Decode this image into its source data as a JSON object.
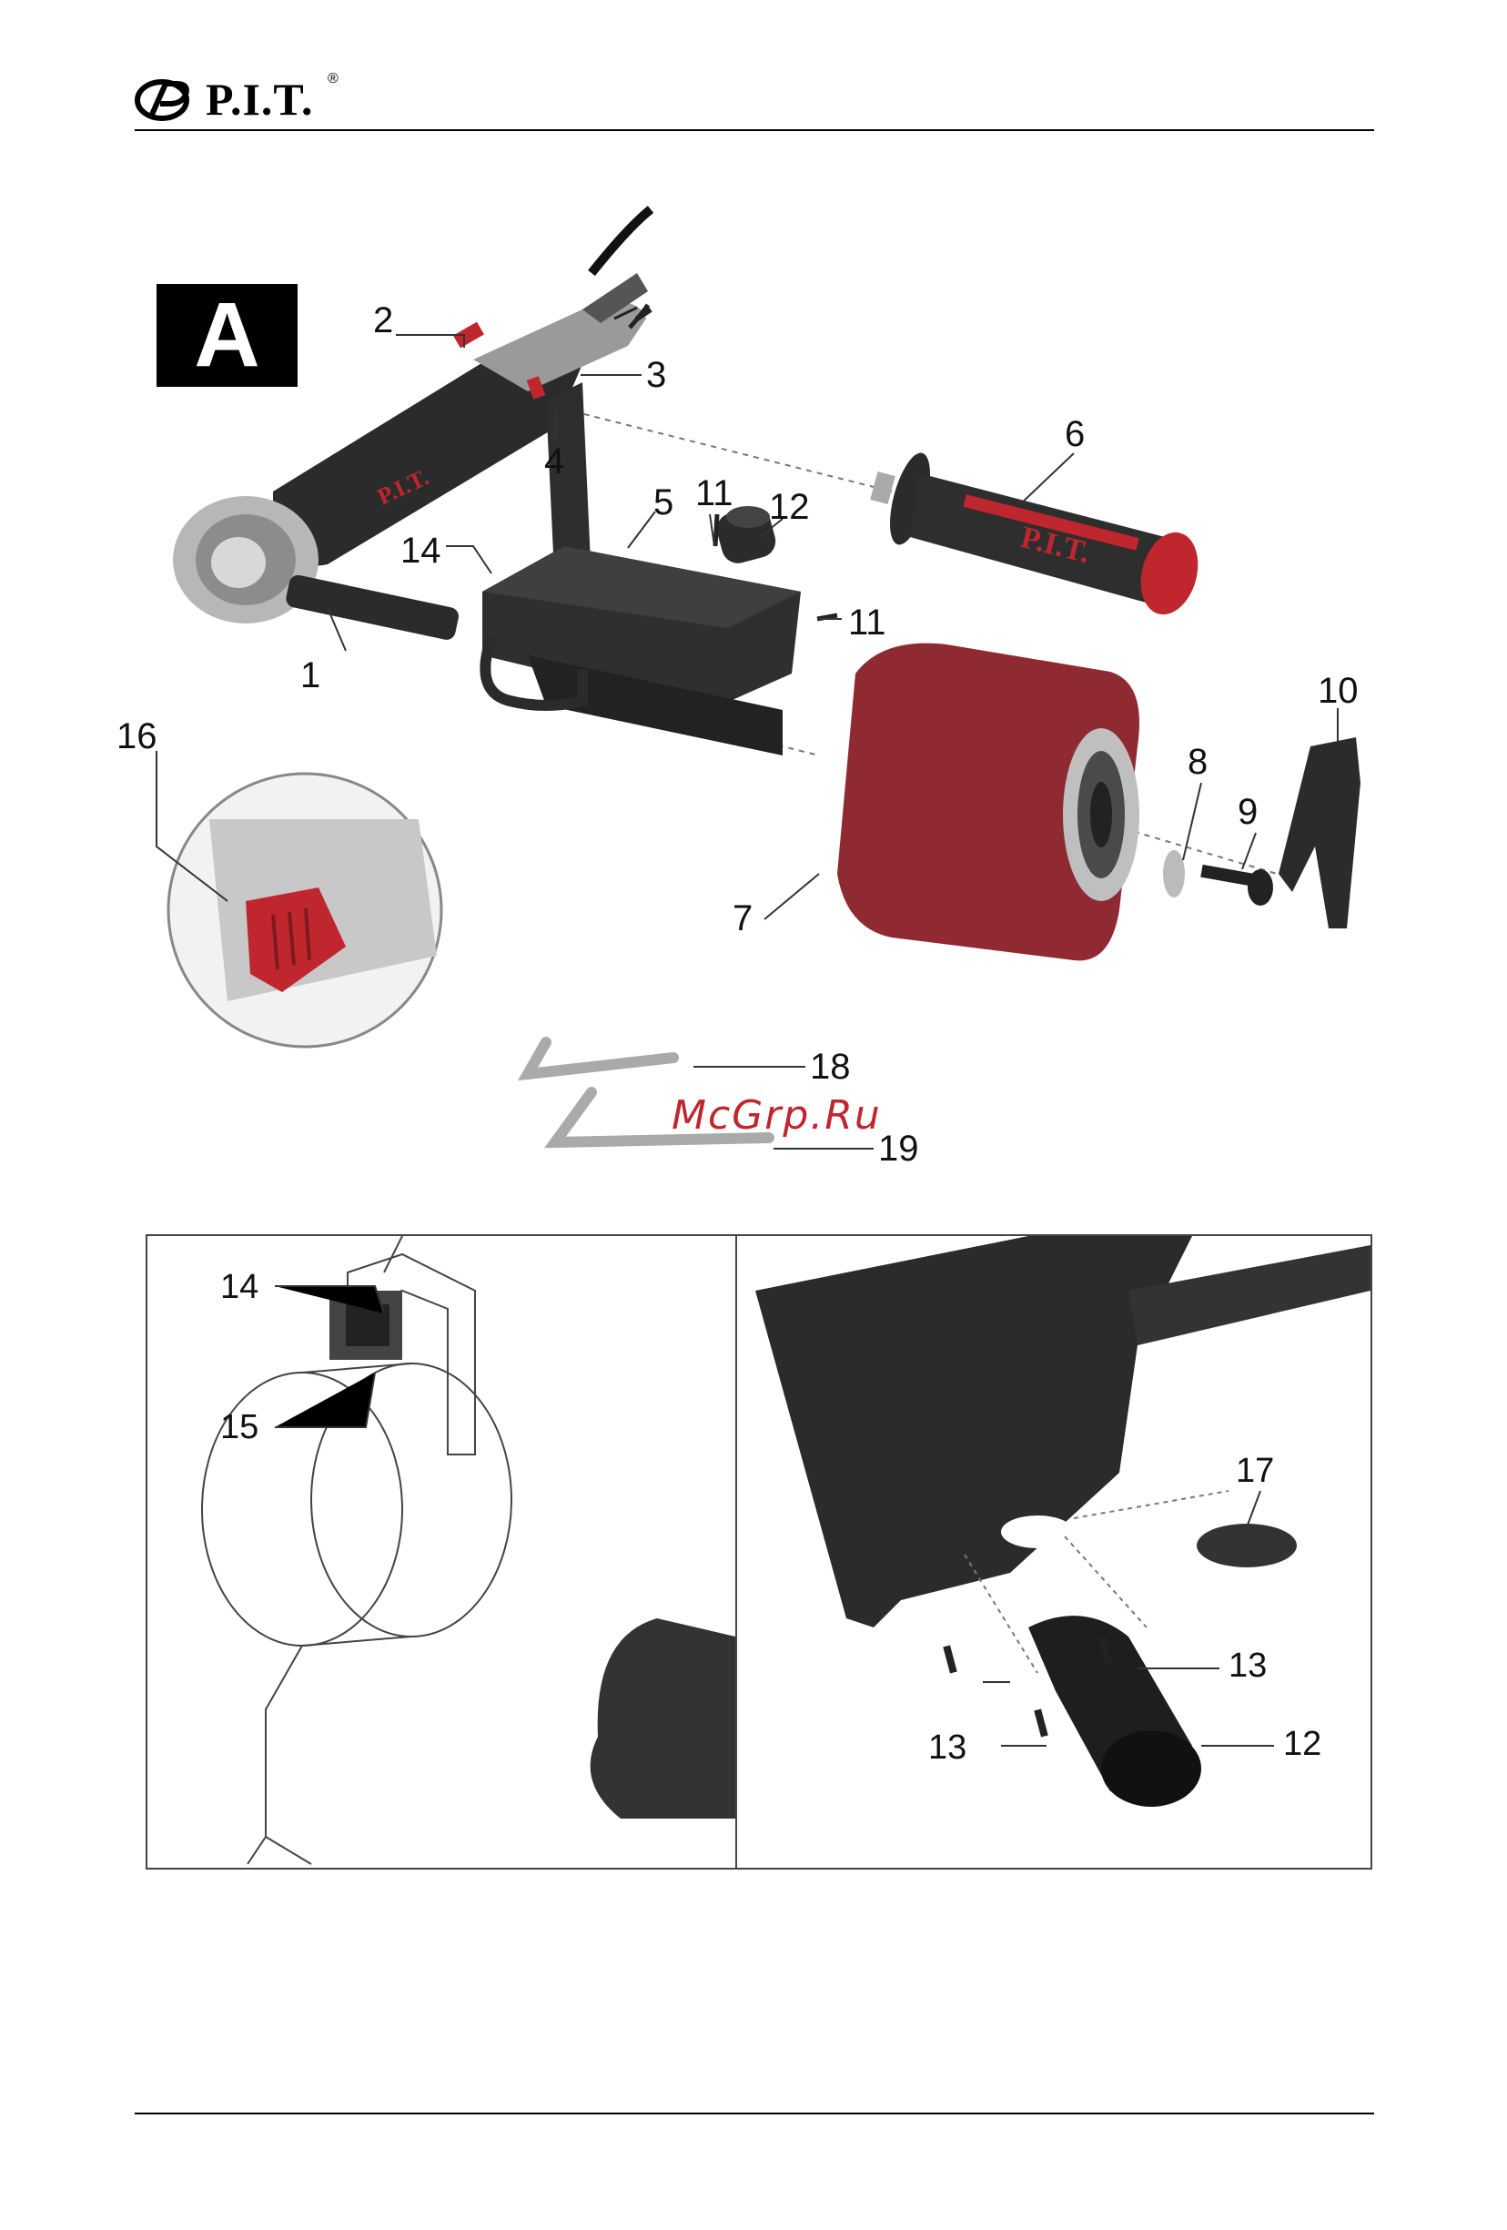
{
  "header": {
    "brand": "P.I.T.",
    "reg_mark": "®"
  },
  "figure_label": "A",
  "watermark": "McGrp.Ru",
  "callouts": {
    "c1": "1",
    "c2": "2",
    "c3": "3",
    "c4": "4",
    "c5": "5",
    "c6": "6",
    "c7": "7",
    "c8": "8",
    "c9": "9",
    "c10": "10",
    "c11a": "11",
    "c11b": "11",
    "c12a": "12",
    "c14a": "14",
    "c16": "16",
    "c18": "18",
    "c19": "19",
    "c14b": "14",
    "c15": "15",
    "c17": "17",
    "c13a": "13",
    "c13b": "13",
    "c12b": "12"
  },
  "colors": {
    "accent_red": "#c0262e",
    "drum_red": "#8f2a33",
    "dark_metal": "#2b2b2b",
    "grey": "#9a9a9a"
  }
}
